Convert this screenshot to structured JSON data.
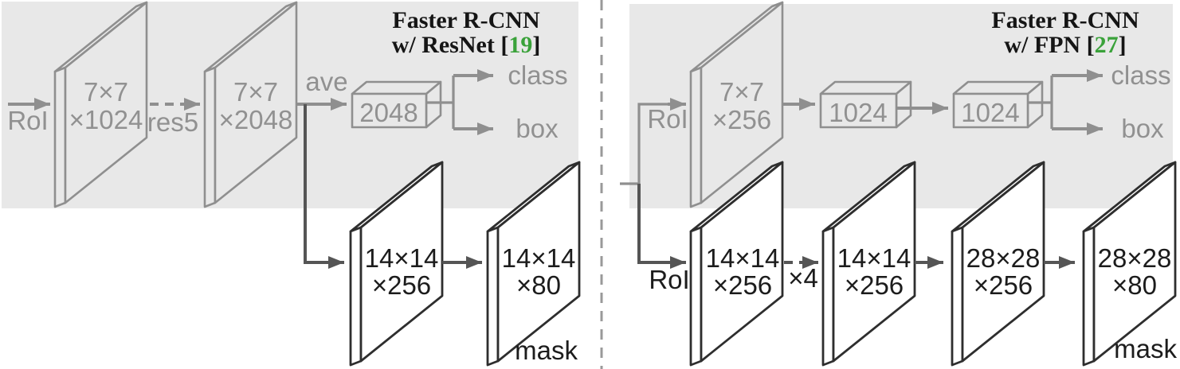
{
  "colors": {
    "panel_bg": "#e8e8e8",
    "gray_line": "#8f8f8f",
    "gray_text": "#919191",
    "dark_line": "#555555",
    "plate_dark_stroke": "#2e2e2e",
    "text_dark": "#1c1c1c",
    "reference_green": "#3aa23a"
  },
  "left": {
    "title_line1": "Faster R-CNN",
    "title_line2_prefix": "w/ ResNet [",
    "title_ref": "19",
    "title_close": "]",
    "roi_label": "RoI",
    "plate1": {
      "line1": "7×7",
      "line2": "×1024"
    },
    "res5_label": "res5",
    "plate2": {
      "line1": "7×7",
      "line2": "×2048"
    },
    "ave_label": "ave",
    "fc_label": "2048",
    "class_label": "class",
    "box_label": "box",
    "mask_plate1": {
      "line1": "14×14",
      "line2": "×256"
    },
    "mask_plate2": {
      "line1": "14×14",
      "line2": "×80"
    },
    "mask_label": "mask"
  },
  "right": {
    "title_line1": "Faster R-CNN",
    "title_line2_prefix": "w/ FPN [",
    "title_ref": "27",
    "title_close": "]",
    "roi_top_label": "RoI",
    "roi_bottom_label": "RoI",
    "plate_top": {
      "line1": "7×7",
      "line2": "×256"
    },
    "fc1_label": "1024",
    "fc2_label": "1024",
    "class_label": "class",
    "box_label": "box",
    "x4_label": "×4",
    "mask_plate1": {
      "line1": "14×14",
      "line2": "×256"
    },
    "mask_plate2": {
      "line1": "14×14",
      "line2": "×256"
    },
    "mask_plate3": {
      "line1": "28×28",
      "line2": "×256"
    },
    "mask_plate4": {
      "line1": "28×28",
      "line2": "×80"
    },
    "mask_label": "mask"
  }
}
